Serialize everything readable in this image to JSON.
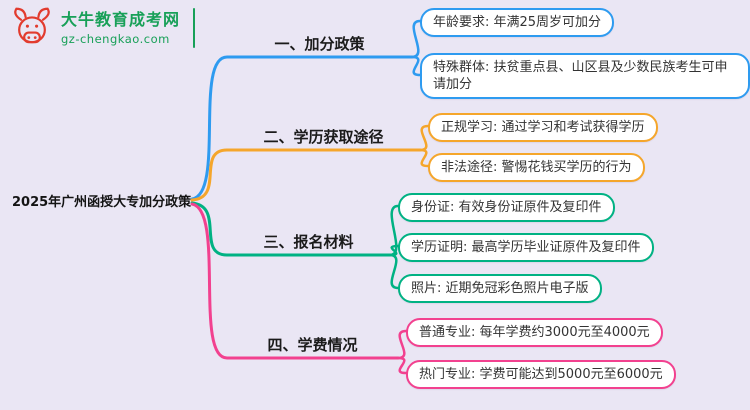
{
  "meta": {
    "background": "#EAE6F4"
  },
  "logo": {
    "icon": "bull-icon",
    "title": "大牛教育成考网",
    "url": "gz-chengkao.com",
    "brand_red": "#E23B2E",
    "brand_green": "#18A058"
  },
  "root": {
    "label": "2025年广州函授大专加分政策"
  },
  "branches": [
    {
      "label": "一、加分政策",
      "color": "#2E9BF0",
      "children": [
        "年龄要求: 年满25周岁可加分",
        "特殊群体: 扶贫重点县、山区县及少数民族考生可申请加分"
      ]
    },
    {
      "label": "二、学历获取途径",
      "color": "#F5A62B",
      "children": [
        "正规学习: 通过学习和考试获得学历",
        "非法途径: 警惕花钱买学历的行为"
      ]
    },
    {
      "label": "三、报名材料",
      "color": "#00B283",
      "children": [
        "身份证: 有效身份证原件及复印件",
        "学历证明: 最高学历毕业证原件及复印件",
        "照片: 近期免冠彩色照片电子版"
      ]
    },
    {
      "label": "四、学费情况",
      "color": "#F2418F",
      "children": [
        "普通专业: 每年学费约3000元至4000元",
        "热门专业: 学费可能达到5000元至6000元"
      ]
    }
  ]
}
